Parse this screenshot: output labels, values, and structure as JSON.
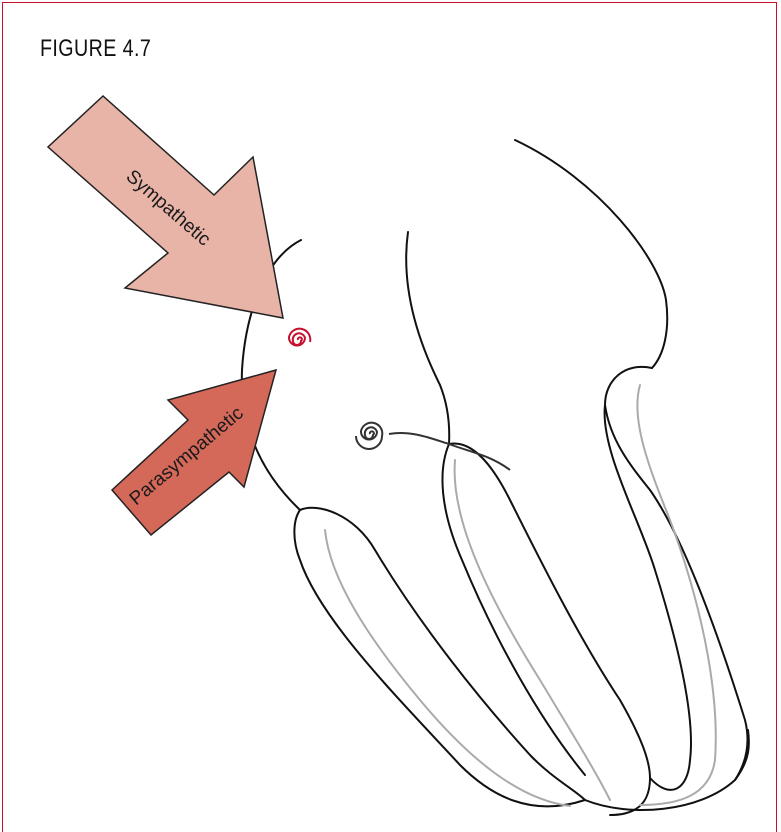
{
  "figure": {
    "title": "FIGURE 4.7"
  },
  "arrows": {
    "sympathetic": {
      "label": "Sympathetic",
      "color": "#e9b4a8"
    },
    "parasympathetic": {
      "label": "Parasympathetic",
      "color": "#d4695a"
    }
  },
  "colors": {
    "frame": "#c8102e",
    "sa_node": "#c8102e",
    "av_node": "#333333",
    "outline": "#111111",
    "inner_line": "#aaaaaa"
  }
}
